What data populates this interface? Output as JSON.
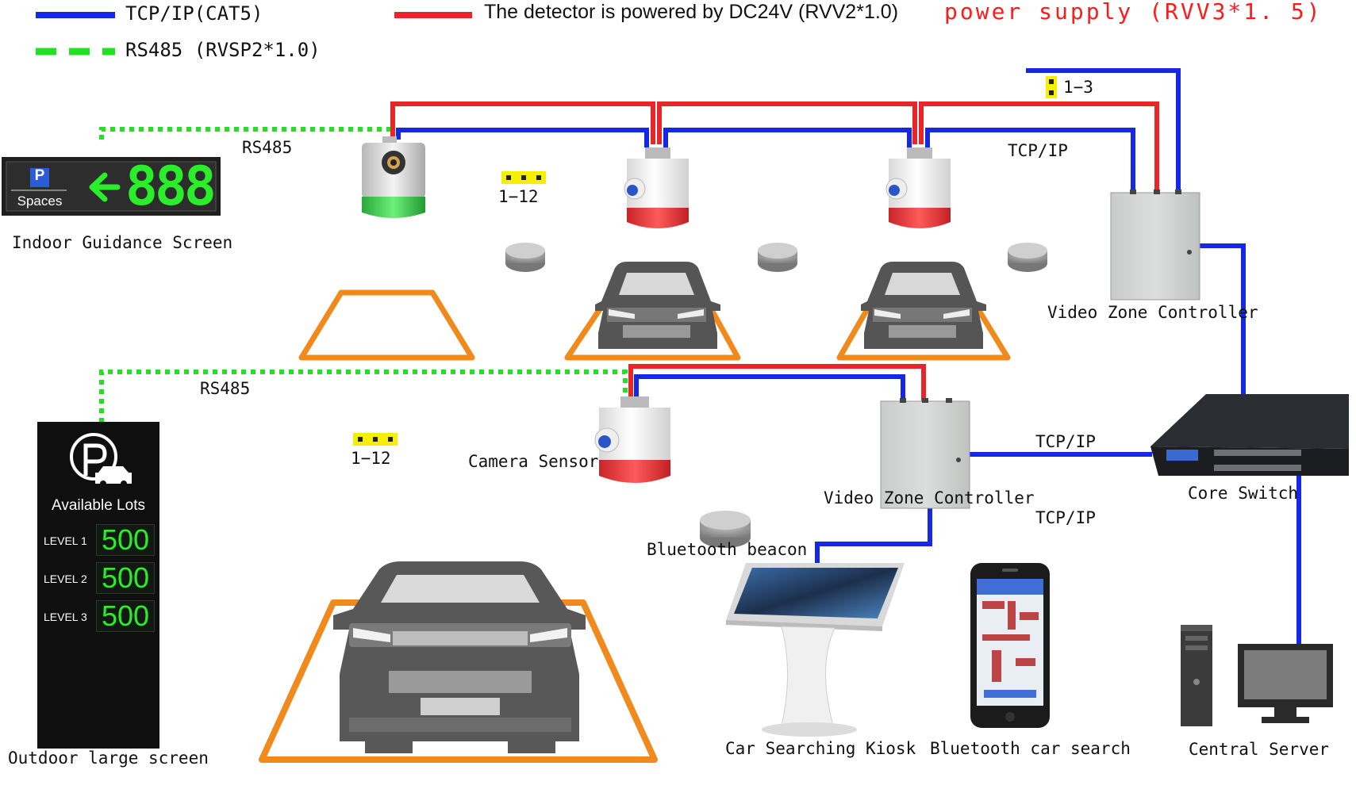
{
  "legend": {
    "tcp": "TCP/IP(CAT5)",
    "rs485": "RS485 (RVSP2*1.0)",
    "detector_power": "The detector is powered by DC24V (RVV2*1.0)",
    "power_supply": "power supply (RVV3*1. 5)"
  },
  "labels": {
    "rs485_top": "RS485",
    "rs485_mid": "RS485",
    "tcp_top": "TCP/IP",
    "tcp_mid": "TCP/IP",
    "tcp_low": "TCP/IP",
    "range_1_3": "1−3",
    "range_1_12_a": "1−12",
    "range_1_12_b": "1−12",
    "indoor_screen": "Indoor Guidance Screen",
    "outdoor_screen": "Outdoor large screen",
    "video_zone_controller_1": "Video Zone Controller",
    "video_zone_controller_2": "Video Zone Controller",
    "camera_sensor": "Camera Sensor",
    "bluetooth_beacon": "Bluetooth beacon",
    "core_switch": "Core Switch",
    "kiosk": "Car Searching Kiosk",
    "bt_search": "Bluetooth car search",
    "central_server": "Central Server"
  },
  "indoor_screen": {
    "p": "P",
    "spaces": "Spaces",
    "count": "888"
  },
  "outdoor_screen": {
    "available": "Available Lots",
    "levels": [
      {
        "name": "LEVEL 1",
        "value": "500"
      },
      {
        "name": "LEVEL 2",
        "value": "500"
      },
      {
        "name": "LEVEL 3",
        "value": "500"
      }
    ]
  },
  "colors": {
    "tcp": "#1428e6",
    "power": "#e8262a",
    "rs485": "#22e022",
    "slot": "#f08a1c",
    "led_green": "#2bee2b"
  }
}
